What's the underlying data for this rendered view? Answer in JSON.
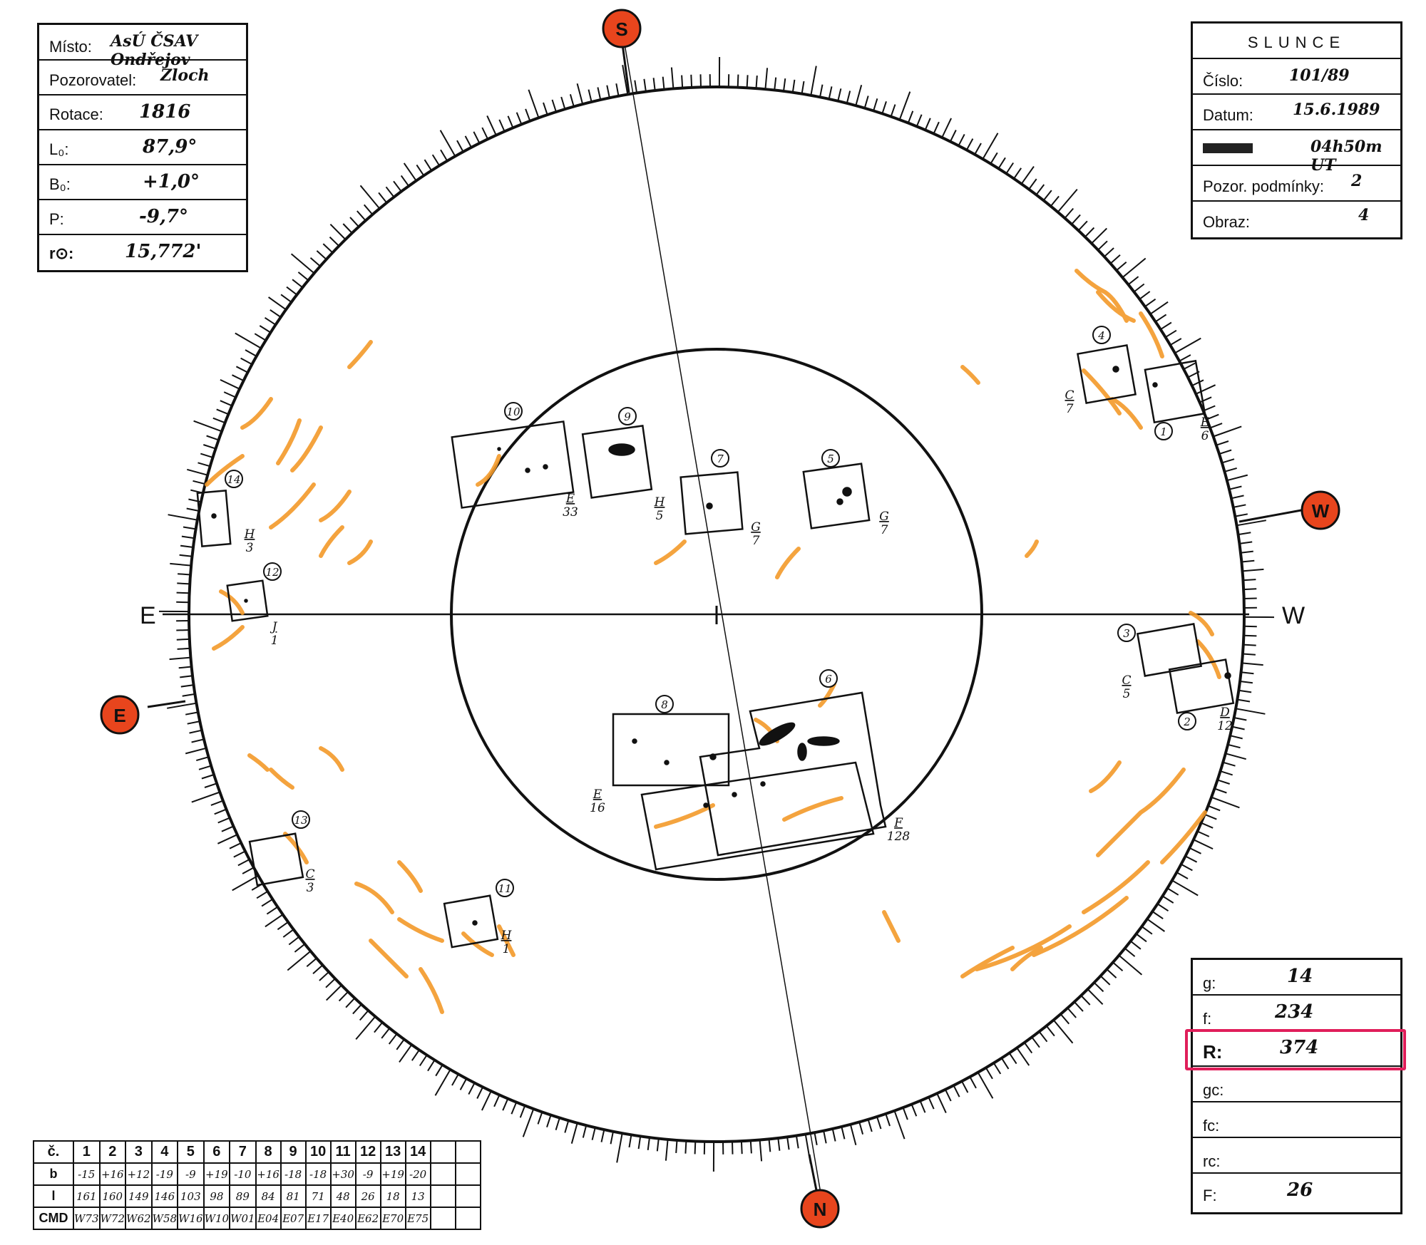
{
  "info_left": {
    "misto_label": "Místo:",
    "misto_value": "AsÚ ČSAV Ondřejov",
    "pozorovatel_label": "Pozorovatel:",
    "pozorovatel_value": "Zloch",
    "rotace_label": "Rotace:",
    "rotace_value": "1816",
    "l0_label": "L₀:",
    "l0_value": "87,9°",
    "b0_label": "B₀:",
    "b0_value": "+1,0°",
    "p_label": "P:",
    "p_value": "-9,7°",
    "r_label": "r⊙:",
    "r_value": "15,772'"
  },
  "info_right": {
    "title": "SLUNCE",
    "cislo_label": "Číslo:",
    "cislo_value": "101/89",
    "datum_label": "Datum:",
    "datum_value": "15.6.1989",
    "cas_value": "04h50m UT",
    "pozor_label": "Pozor. podmínky:",
    "pozor_value": "2",
    "obraz_label": "Obraz:",
    "obraz_value": "4"
  },
  "stats": {
    "g_label": "g:",
    "g_value": "14",
    "f_label": "f:",
    "f_value": "234",
    "R_label": "R:",
    "R_value": "374",
    "gc_label": "gc:",
    "fc_label": "fc:",
    "rc_label": "rc:",
    "F_label": "F:",
    "F_value": "26"
  },
  "compass": {
    "S": "S",
    "W": "W",
    "N": "N",
    "E": "E",
    "axis_E": "E",
    "axis_W": "W",
    "marker_color": "#e8451d"
  },
  "groups": [
    {
      "num": "1",
      "cls": "E",
      "count": "6"
    },
    {
      "num": "2",
      "cls": "D",
      "count": "12"
    },
    {
      "num": "3",
      "cls": "C",
      "count": "5"
    },
    {
      "num": "4",
      "cls": "C",
      "count": "7"
    },
    {
      "num": "5",
      "cls": "G",
      "count": "7"
    },
    {
      "num": "6",
      "cls": "F",
      "count": "128"
    },
    {
      "num": "7",
      "cls": "G",
      "count": "7"
    },
    {
      "num": "8",
      "cls": "E",
      "count": "16"
    },
    {
      "num": "9",
      "cls": "H",
      "count": "5"
    },
    {
      "num": "10",
      "cls": "E",
      "count": "33"
    },
    {
      "num": "11",
      "cls": "H",
      "count": "1"
    },
    {
      "num": "12",
      "cls": "J",
      "count": "1"
    },
    {
      "num": "13",
      "cls": "C",
      "count": "3"
    },
    {
      "num": "14",
      "cls": "H",
      "count": "3"
    }
  ],
  "table": {
    "row_labels": [
      "č.",
      "b",
      "l",
      "CMD"
    ],
    "numbers": [
      "1",
      "2",
      "3",
      "4",
      "5",
      "6",
      "7",
      "8",
      "9",
      "10",
      "11",
      "12",
      "13",
      "14"
    ],
    "b": [
      "-15",
      "+16",
      "+12",
      "-19",
      "-9",
      "+19",
      "-10",
      "+16",
      "-18",
      "-18",
      "+30",
      "-9",
      "+19",
      "-20"
    ],
    "l": [
      "161",
      "160",
      "149",
      "146",
      "103",
      "98",
      "89",
      "84",
      "81",
      "71",
      "48",
      "26",
      "18",
      "13"
    ],
    "cmd": [
      "W73",
      "W72",
      "W62",
      "W58",
      "W16",
      "W10",
      "W01",
      "E04",
      "E07",
      "E17",
      "E40",
      "E62",
      "E70",
      "E75"
    ]
  },
  "colors": {
    "facula": "#f39a2a",
    "marker": "#e8451d",
    "highlight": "#e01e5a"
  }
}
